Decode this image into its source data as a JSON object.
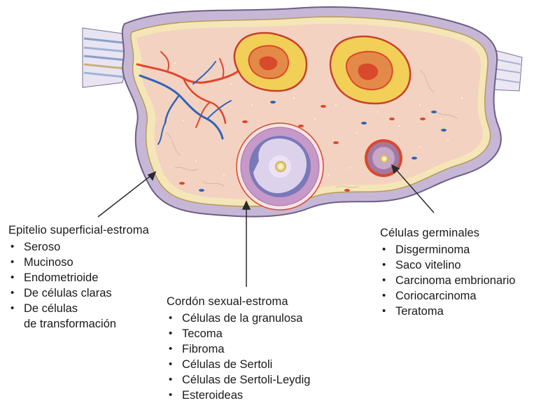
{
  "diagram": {
    "groups": [
      {
        "title": "Epitelio superficial-estroma",
        "items": [
          {
            "text": "Seroso"
          },
          {
            "text": "Mucinoso"
          },
          {
            "text": "Endometrioide"
          },
          {
            "text": "De células claras"
          },
          {
            "text": "De células",
            "text2": "de transformación"
          }
        ]
      },
      {
        "title": "Cordón sexual-estroma",
        "items": [
          {
            "text": "Células de la granulosa"
          },
          {
            "text": "Tecoma"
          },
          {
            "text": "Fibroma"
          },
          {
            "text": "Células de Sertoli"
          },
          {
            "text": "Células de Sertoli-Leydig"
          },
          {
            "text": "Esteroideas"
          }
        ]
      },
      {
        "title": "Células germinales",
        "items": [
          {
            "text": "Disgerminoma"
          },
          {
            "text": "Saco vitelino"
          },
          {
            "text": "Carcinoma embrionario"
          },
          {
            "text": "Coriocarcinoma"
          },
          {
            "text": "Teratoma"
          }
        ]
      }
    ]
  },
  "colors": {
    "capsule": "#c7b7d6",
    "capsule_edge": "#6d5e86",
    "stroma": "#f3d2c2",
    "corpus_yellow": "#f2cf57",
    "corpus_red": "#d9492b",
    "vessel_red": "#e0462a",
    "vessel_blue": "#2e64b7",
    "follicle": "#b896c4"
  }
}
